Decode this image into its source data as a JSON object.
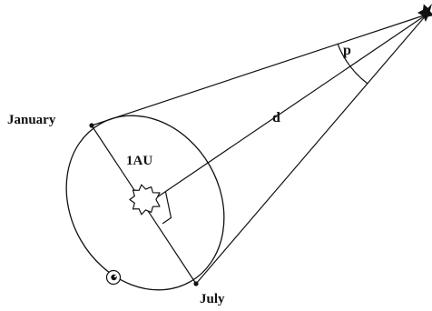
{
  "labels": {
    "january": "January",
    "july": "July",
    "earth_sun_distance": "1AU",
    "star_distance": "d",
    "parallax_angle": "p"
  },
  "icons": {
    "sun": "sun-icon",
    "earth": "earth-icon",
    "star": "star-icon"
  },
  "colors": {
    "line": "#111111",
    "background": "#ffffff"
  }
}
